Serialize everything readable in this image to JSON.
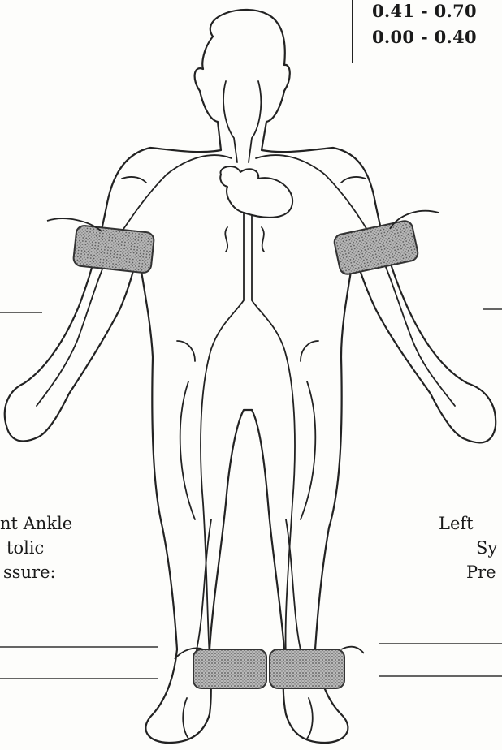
{
  "legend": {
    "rows": [
      "0.41 - 0.70",
      "0.00 - 0.40"
    ]
  },
  "labels": {
    "right_ankle": [
      "nt Ankle",
      "tolic",
      "ssure:"
    ],
    "left_ankle": [
      "Left",
      "Sy",
      "Pre"
    ]
  },
  "colors": {
    "line": "#222222",
    "cuff_fill": "#9a9a9a",
    "paper": "#fdfdfb"
  }
}
